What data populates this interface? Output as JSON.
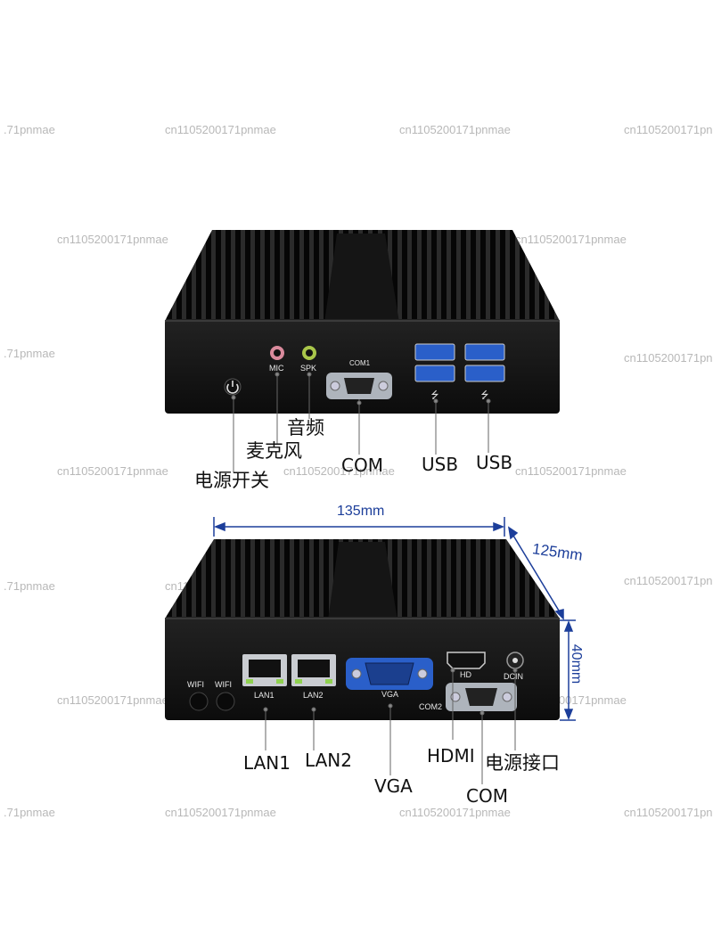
{
  "watermark": "cn1105200171pnmae",
  "watermark_cut": ".71pnmae",
  "top_unit": {
    "port_labels": {
      "mic": "MIC",
      "spk": "SPK",
      "com1": "COM1"
    },
    "callouts": {
      "audio": "音频",
      "microphone": "麦克风",
      "power_switch": "电源开关",
      "com": "COM",
      "usb_1": "USB",
      "usb_2": "USB"
    }
  },
  "bottom_unit": {
    "dimensions": {
      "width": "135mm",
      "depth": "125mm",
      "height": "40mm"
    },
    "port_labels": {
      "wifi_1": "WIFI",
      "wifi_2": "WIFI",
      "lan1": "LAN1",
      "lan2": "LAN2",
      "vga": "VGA",
      "hd": "HD",
      "dcin": "DCIN",
      "com2": "COM2"
    },
    "callouts": {
      "lan1": "LAN1",
      "lan2": "LAN2",
      "vga": "VGA",
      "hdmi": "HDMI",
      "power_jack": "电源接口",
      "com": "COM"
    }
  },
  "colors": {
    "chassis": "#1a1a1a",
    "fin": "#050505",
    "mic_jack": "#d98a9c",
    "spk_jack": "#a9c64a",
    "dimension": "#1c3e9a",
    "usb_port": "#2a5fc9"
  }
}
